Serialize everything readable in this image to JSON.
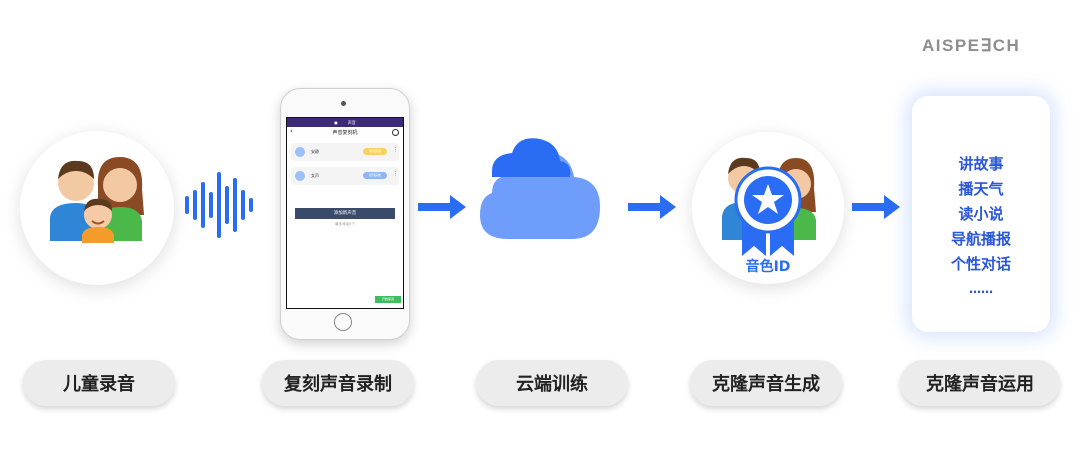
{
  "brand": {
    "logo": "AISPE∃CH"
  },
  "steps": [
    {
      "label": "儿童录音"
    },
    {
      "label": "复刻声音录制"
    },
    {
      "label": "云端训练"
    },
    {
      "label": "克隆声音生成"
    },
    {
      "label": "克隆声音运用"
    }
  ],
  "phone": {
    "status_left": "● ",
    "status_right": "声音",
    "title": "声音复刻机",
    "back": "‹",
    "rows": [
      {
        "name": "安静",
        "tag": "录音完成"
      },
      {
        "name": "女声",
        "tag": "复刻完成"
      }
    ],
    "add_button": "添加新声音",
    "hint": "最多添加5个",
    "corner_button": "开始使用"
  },
  "voice_id": {
    "label": "音色ID"
  },
  "use_cases": [
    "讲故事",
    "播天气",
    "读小说",
    "导航播报",
    "个性对话",
    "……"
  ],
  "colors": {
    "accent": "#2a6df4",
    "cloud": "#6f9dfb",
    "label_text": "#222222"
  }
}
